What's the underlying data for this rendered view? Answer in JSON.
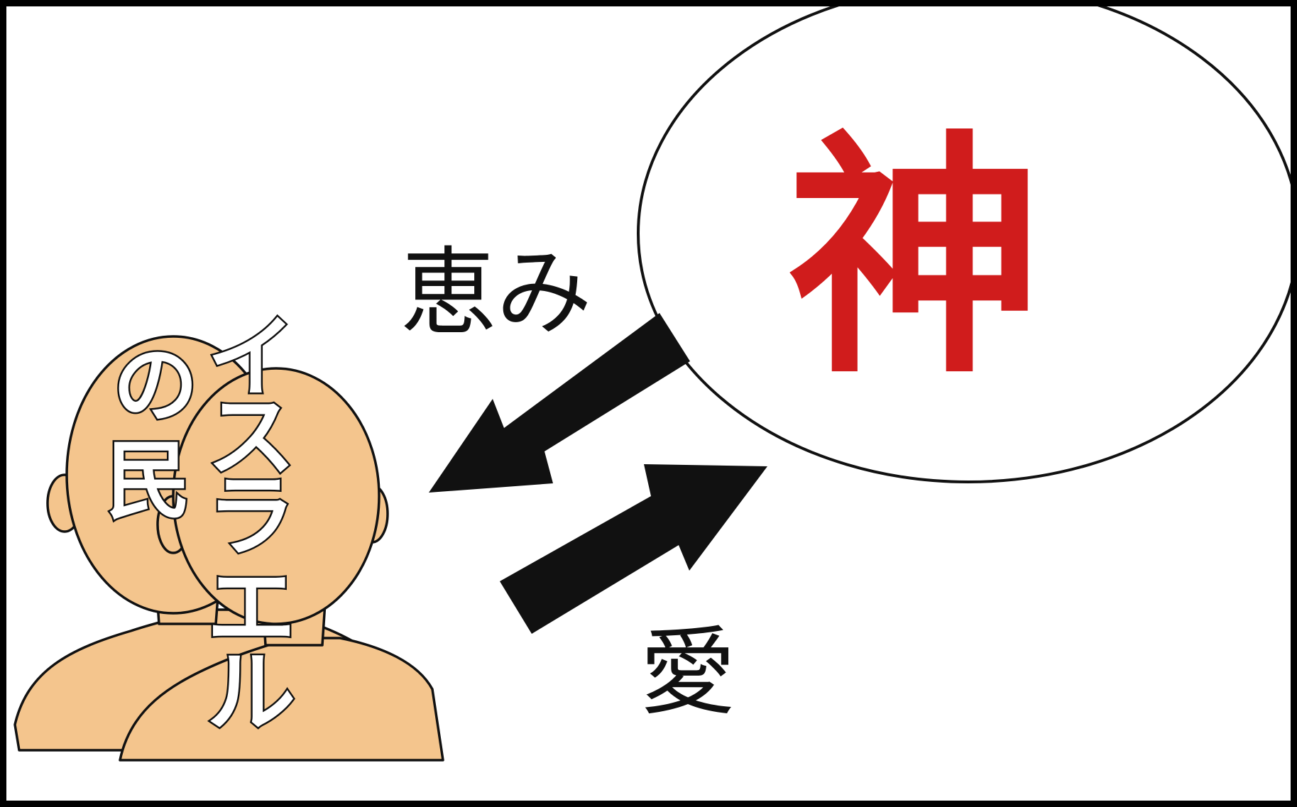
{
  "labels": {
    "god": "神",
    "grace": "恵み",
    "love": "愛",
    "people_line_1": "の",
    "people_line_2": "民",
    "people_vertical": [
      "イ",
      "ス",
      "ラ",
      "エ",
      "ル"
    ]
  },
  "colors": {
    "god_text": "#d01c1c",
    "skin": "#f4c58d",
    "ink": "#111111",
    "background": "#ffffff",
    "frame": "#000000"
  },
  "icons": {
    "god_circle": "circle-outline",
    "people": "two-person-silhouettes",
    "grace_arrow": "arrow-down-left",
    "love_arrow": "arrow-up-right"
  }
}
